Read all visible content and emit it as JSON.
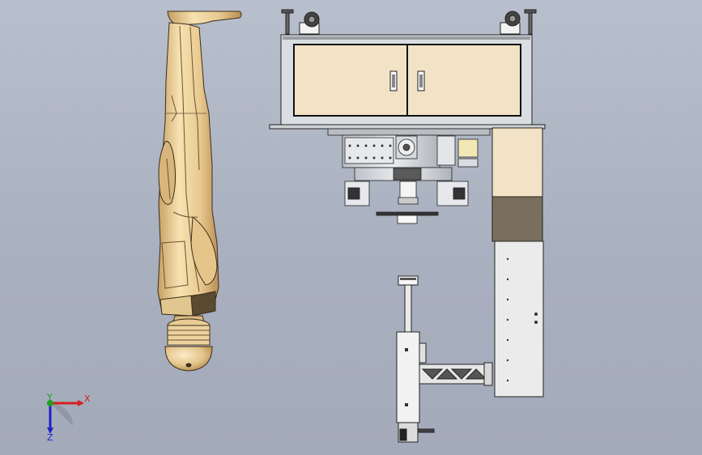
{
  "axis_triad": {
    "x_label": "X",
    "y_label": "Y",
    "z_label": "Z",
    "x_color": "#d42020",
    "y_color": "#20a020",
    "z_color": "#2020c8"
  },
  "colors": {
    "background": "#aeb5c3",
    "cream": "#f3e6c8",
    "robot_body": "#e9cf98",
    "robot_shade": "#c9a56a",
    "dark_brown": "#7a6f5c",
    "steel": "#cfd2d6",
    "line": "#2a2a2a"
  },
  "icons": {
    "triad": "axis-triad-icon"
  }
}
